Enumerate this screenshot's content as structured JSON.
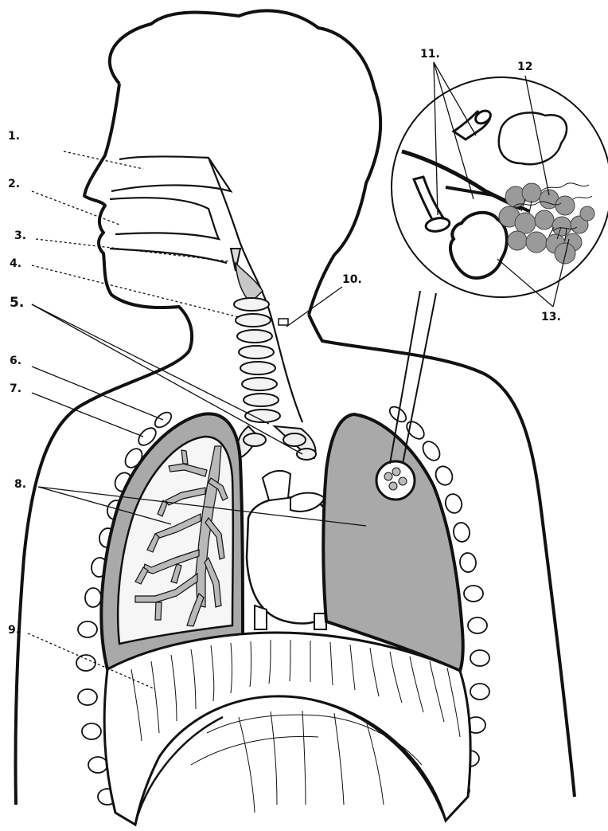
{
  "labels": {
    "l1": "1.",
    "l2": "2.",
    "l3": "3.",
    "l4": "4.",
    "l5": "5.",
    "l6": "6.",
    "l7": "7.",
    "l8": "8.",
    "l9": "9.",
    "l10": "10.",
    "l11": "11.",
    "l12": "12",
    "l13": "13."
  },
  "colors": {
    "line": "#111111",
    "lung_fill": "#a9a9a9",
    "lung_inner": "#f5f5f5",
    "bronchi": "#b9b9b9",
    "pleura": "#cfcfcf",
    "alveoli": "#9a9a9a"
  }
}
